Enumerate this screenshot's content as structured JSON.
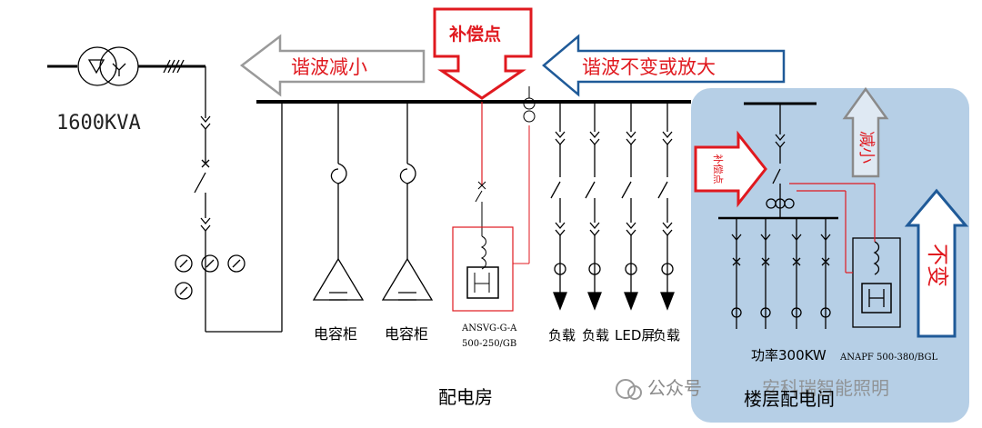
{
  "transformer_rating": "1600KVA",
  "arrows": {
    "left_top": "谐波减小",
    "compensation_point": "补偿点",
    "right_top": "谐波不变或放大",
    "floor_compensation": "补偿点",
    "floor_decrease": "减小",
    "floor_unchanged": "不变"
  },
  "labels": {
    "capacitor_1": "电容柜",
    "capacitor_2": "电容柜",
    "svg_model_line1": "ANSVG-G-A",
    "svg_model_line2": "500-250/GB",
    "load_1": "负载",
    "load_2": "负载",
    "led_screen": "LED屏",
    "load_3": "负载",
    "power": "功率300KW",
    "apf_model": "ANAPF 500-380/BGL",
    "distribution_room": "配电房",
    "floor_room": "楼层配电间"
  },
  "watermark": {
    "public_account": "公众号",
    "brand": "安科瑞智能照明"
  },
  "colors": {
    "red": "#e0191f",
    "blue": "#1f5a98",
    "gray": "#8a8a8a",
    "panel": "#b6cfe6"
  }
}
